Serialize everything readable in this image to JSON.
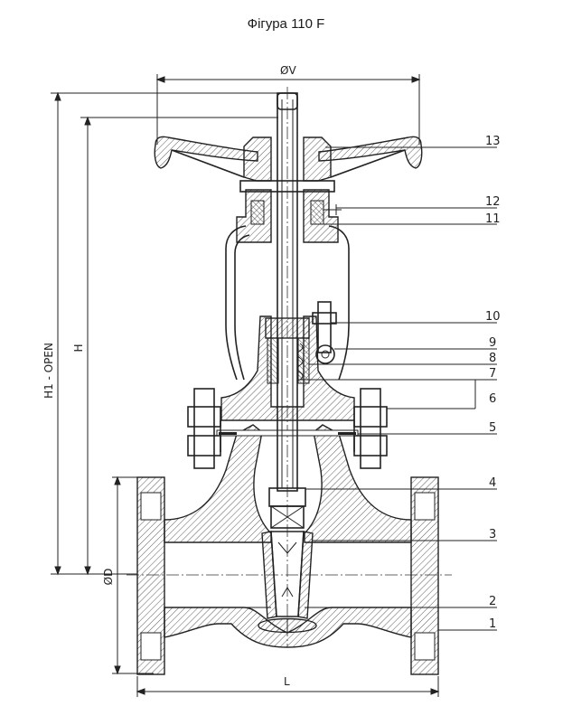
{
  "title": "Фігура 110 F",
  "dimensions": {
    "v": "ØV",
    "h1": "H1 - OPEN",
    "h": "H",
    "d": "ØD",
    "l": "L"
  },
  "callouts": [
    "13",
    "12",
    "11",
    "10",
    "9",
    "8",
    "7",
    "6",
    "5",
    "4",
    "3",
    "2",
    "1"
  ]
}
